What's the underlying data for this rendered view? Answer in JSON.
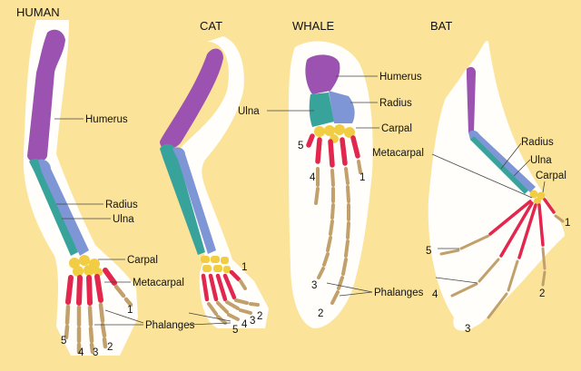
{
  "colors": {
    "background": "#fbe49a",
    "humerus": "#9b52b0",
    "radius": "#7f96d6",
    "ulna": "#38a39b",
    "carpal": "#f0cd43",
    "metacarpal": "#e2264e",
    "phalanges": "#c2a06b"
  },
  "panels": {
    "human": {
      "title": "HUMAN",
      "labels": {
        "humerus": "Humerus",
        "radius": "Radius",
        "ulna": "Ulna",
        "carpal": "Carpal",
        "metacarpal": "Metacarpal",
        "phalanges": "Phalanges"
      },
      "digits": [
        "1",
        "2",
        "3",
        "4",
        "5"
      ]
    },
    "cat": {
      "title": "CAT",
      "digits": [
        "1",
        "2",
        "3",
        "4",
        "5"
      ]
    },
    "whale": {
      "title": "WHALE",
      "labels": {
        "humerus": "Humerus",
        "radius": "Radius",
        "ulna": "Ulna",
        "carpal": "Carpal",
        "phalanges": "Phalanges"
      },
      "digits": [
        "1",
        "2",
        "3",
        "4",
        "5"
      ]
    },
    "bat": {
      "title": "BAT",
      "labels": {
        "metacarpal": "Metacarpal",
        "radius": "Radius",
        "ulna": "Ulna",
        "carpal": "Carpal"
      },
      "digits": [
        "1",
        "2",
        "3",
        "4",
        "5"
      ]
    }
  }
}
